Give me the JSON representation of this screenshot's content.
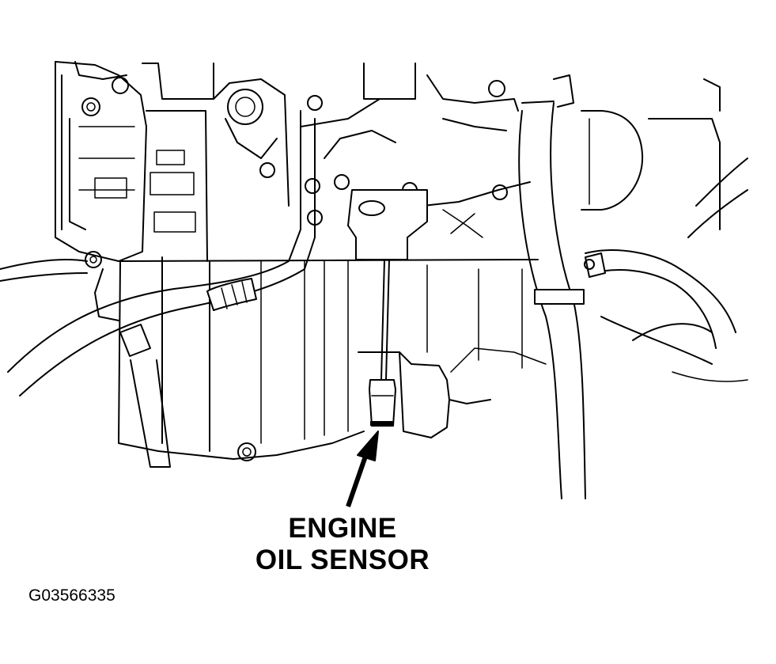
{
  "callout": {
    "line1": "ENGINE",
    "line2": "OIL SENSOR"
  },
  "figure_id": "G03566335"
}
